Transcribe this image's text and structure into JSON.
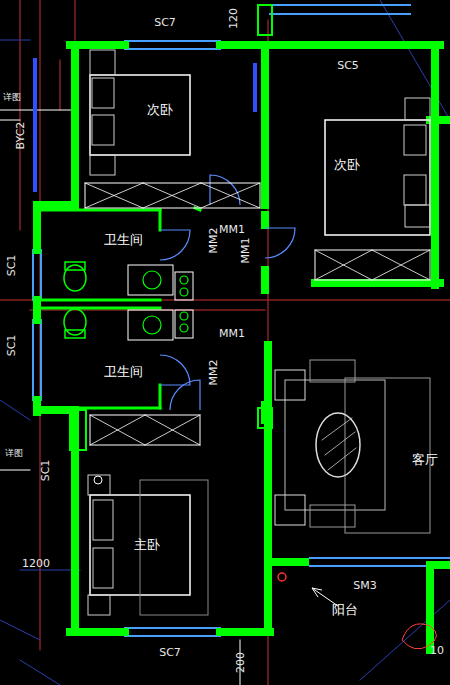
{
  "diagram": {
    "nodes": [
      {
        "text": [
          "次卧"
        ]
      },
      {
        "text": [
          "次卧"
        ]
      },
      {
        "text": [
          "卫生间"
        ]
      },
      {
        "text": [
          "卫生间"
        ]
      },
      {
        "text": [
          "主卧"
        ]
      },
      {
        "text": [
          "客厅"
        ]
      },
      {
        "text": [
          "阳台"
        ]
      }
    ],
    "labels": [
      "SC7",
      "120",
      "SC5",
      "详图",
      "BYC2",
      "MM1",
      "MM2",
      "MM1",
      "SC1",
      "MM1",
      "SC1",
      "MM2",
      "详图",
      "SC1",
      "1200",
      "SM3",
      "SC7",
      "200",
      "10"
    ]
  }
}
